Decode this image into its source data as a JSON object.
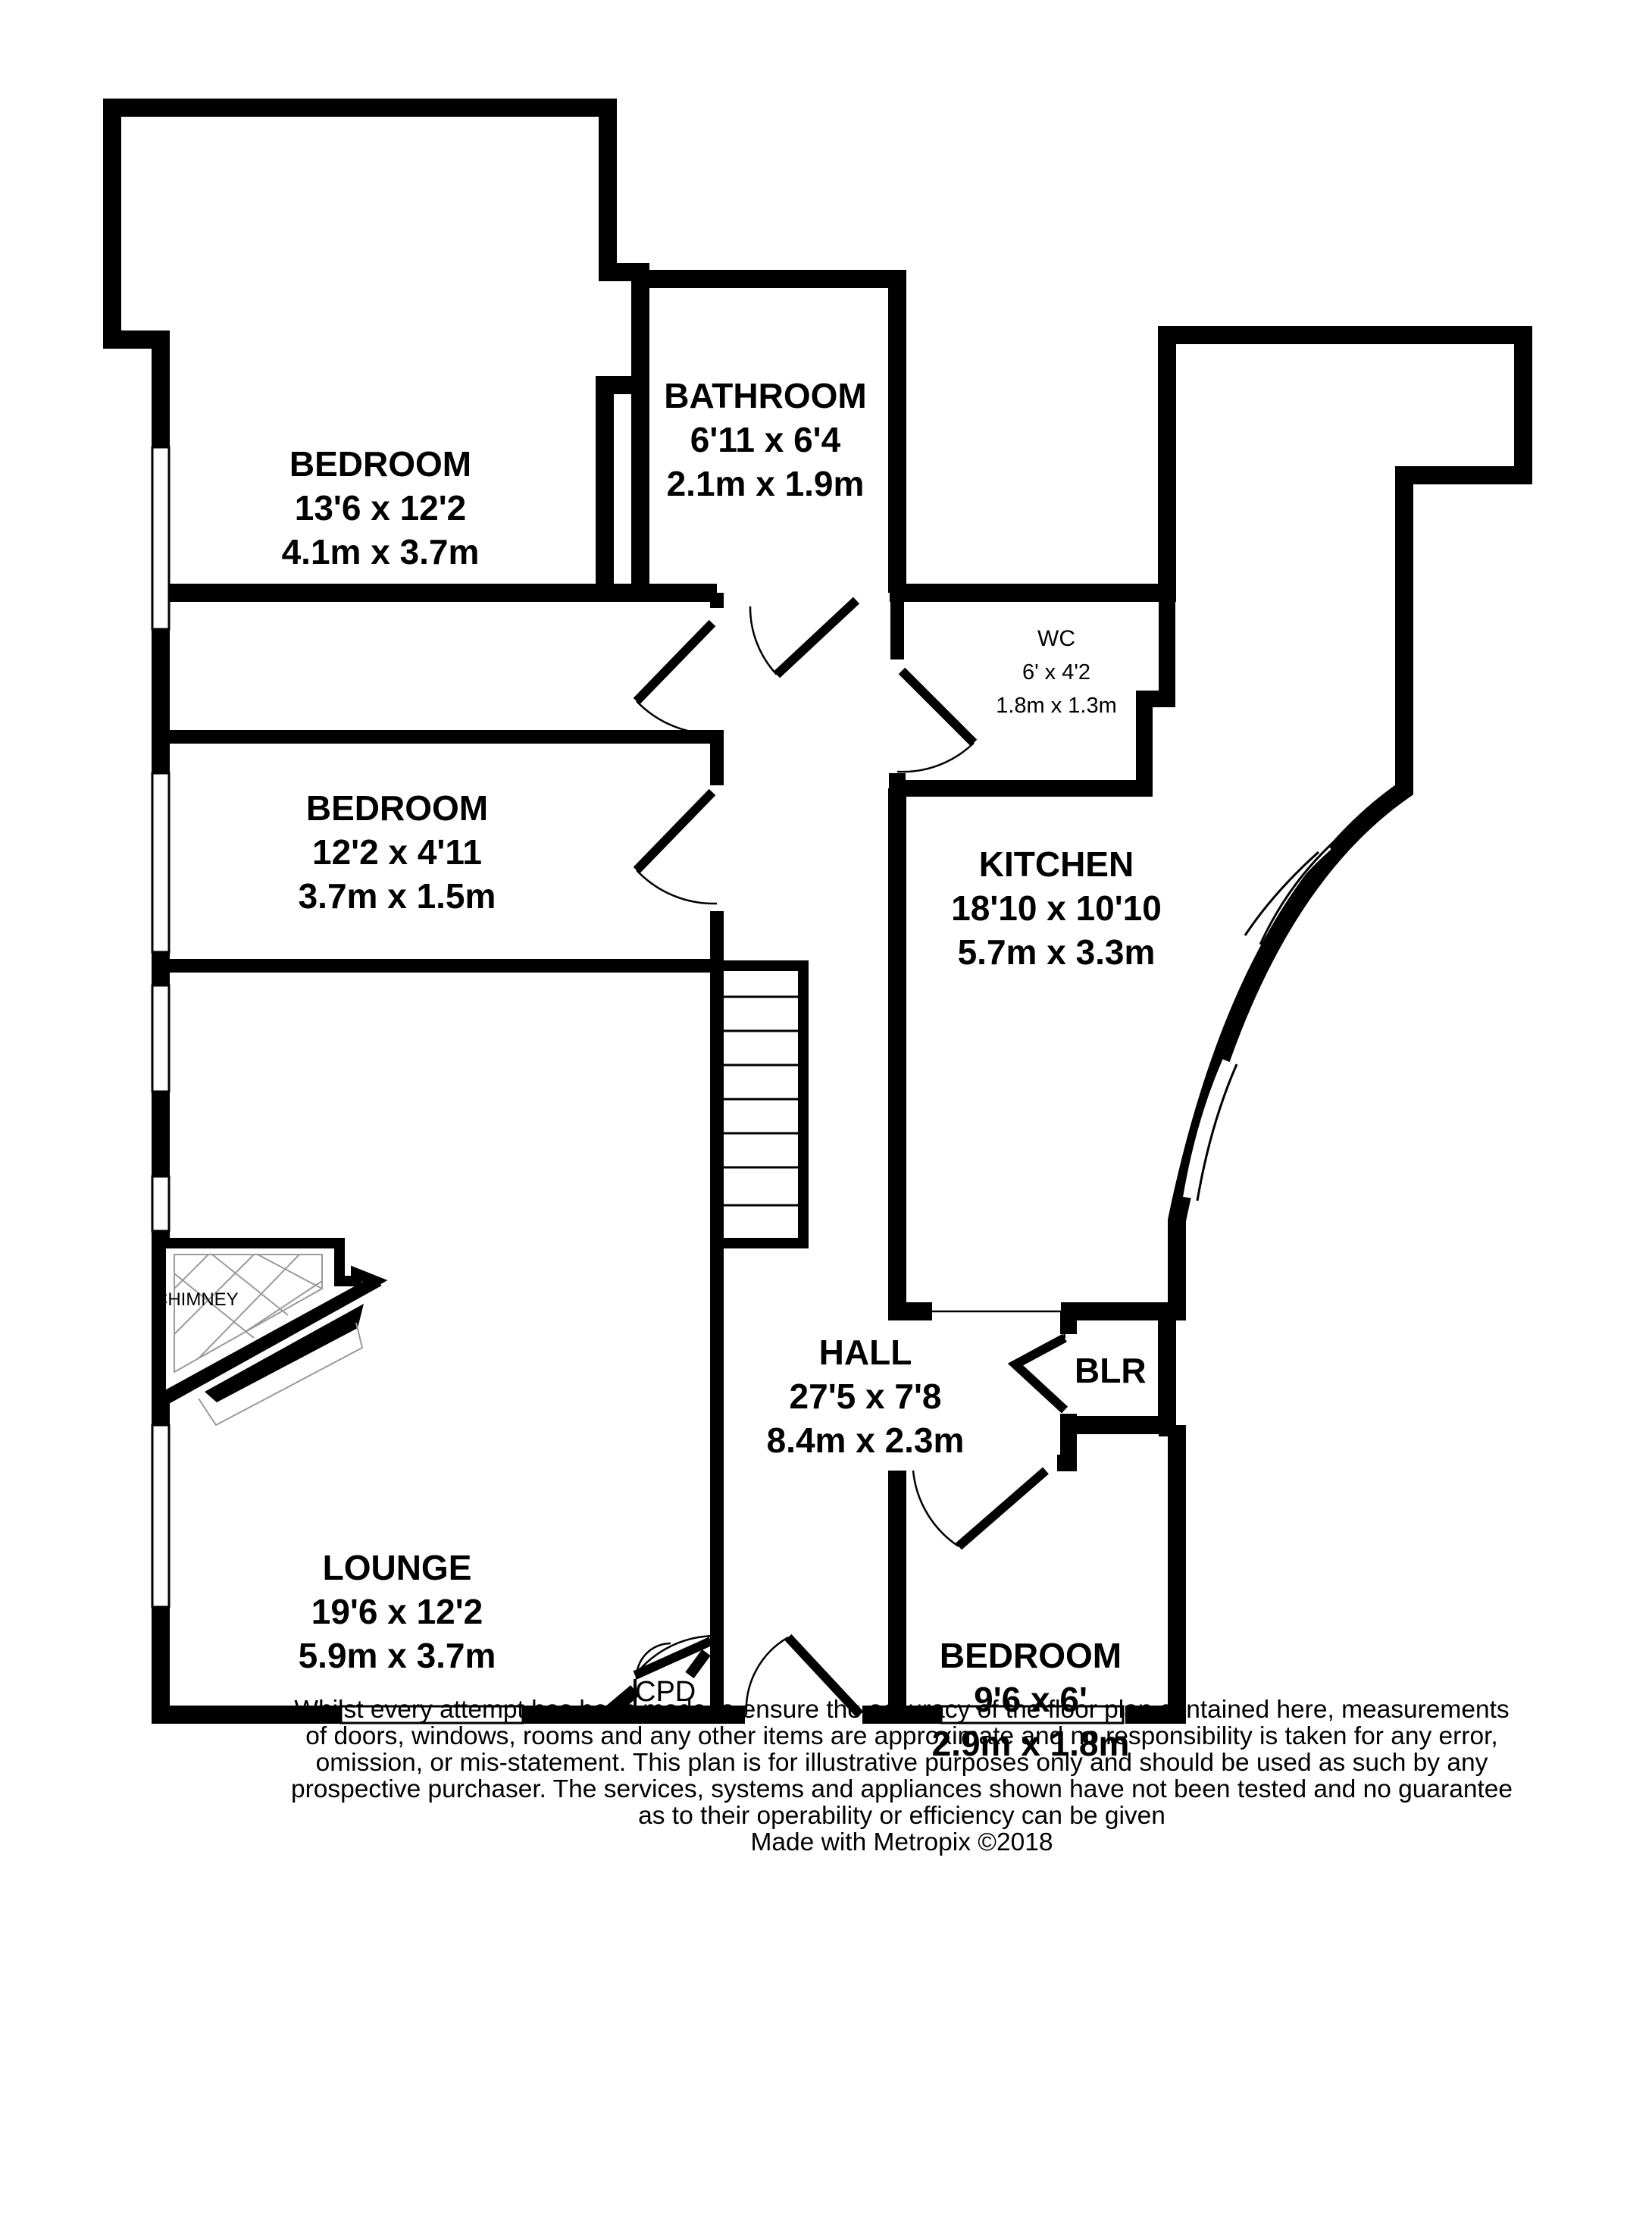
{
  "rooms": {
    "bedroom1": {
      "name": "BEDROOM",
      "imperial": "13'6 x 12'2",
      "metric": "4.1m x 3.7m"
    },
    "bathroom": {
      "name": "BATHROOM",
      "imperial": "6'11 x 6'4",
      "metric": "2.1m x 1.9m"
    },
    "wc": {
      "name": "WC",
      "imperial": "6' x 4'2",
      "metric": "1.8m x 1.3m"
    },
    "bedroom2": {
      "name": "BEDROOM",
      "imperial": "12'2 x 4'11",
      "metric": "3.7m x 1.5m"
    },
    "kitchen": {
      "name": "KITCHEN",
      "imperial": "18'10 x 10'10",
      "metric": "5.7m x 3.3m"
    },
    "hall": {
      "name": "HALL",
      "imperial": "27'5 x 7'8",
      "metric": "8.4m x 2.3m"
    },
    "lounge": {
      "name": "LOUNGE",
      "imperial": "19'6 x 12'2",
      "metric": "5.9m x 3.7m"
    },
    "bedroom3": {
      "name": "BEDROOM",
      "imperial": "9'6 x 6'",
      "metric": "2.9m x 1.8m"
    }
  },
  "labels": {
    "chimney": "CHIMNEY",
    "boiler": "BLR",
    "cupboard": "CPD"
  },
  "disclaimer": {
    "lines": [
      "Whilst every attempt has been made to ensure the accuracy of the floor plan contained here, measurements",
      "of doors, windows, rooms and any other items are approximate and no responsibility is taken for any error,",
      "omission, or mis-statement. This plan is for illustrative purposes only and should be used as such by any",
      "prospective purchaser. The services, systems and appliances shown have not been tested and no guarantee",
      "as to their operability or efficiency can be given"
    ],
    "credit": "Made with Metropix ©2018"
  },
  "colors": {
    "wall": "#000000",
    "window": "#ffffff",
    "chimney_tile": "#9a9a9a"
  }
}
